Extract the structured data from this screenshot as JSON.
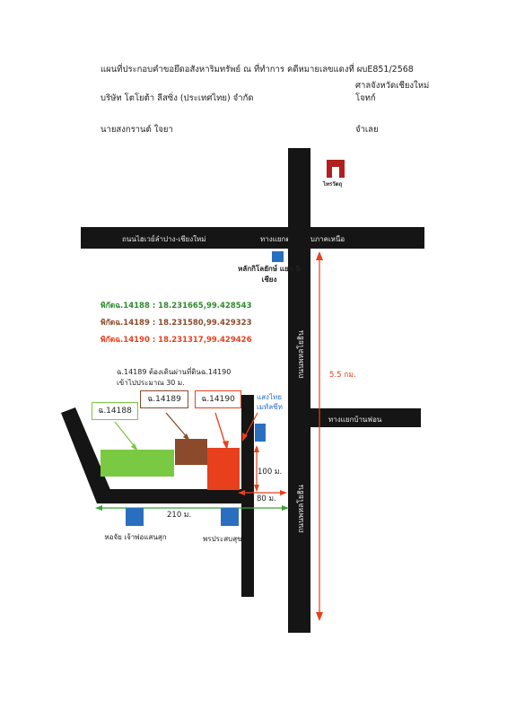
{
  "header": {
    "title": "แผนที่ประกอบคำขอยึดอสังหาริมทรัพย์ ณ ที่ทำการ คดีหมายเลขแดงที่ ผบE851/2568",
    "court": "ศาลจังหวัดเชียงใหม่",
    "plaintiff_name": "บริษัท โตโยต้า ลีสซิ่ง (ประเทศไทย) จำกัด",
    "plaintiff_role": "โจทก์",
    "defendant_name": "นายสงกรานต์ ใจยา",
    "defendant_role": "จำเลย"
  },
  "logo": {
    "text": "ไทรวัตถุ"
  },
  "roads": {
    "horizontal_label_left": "ถนนไฮเวย์ลำปาง-เชียงใหม่",
    "horizontal_label_right": "ทางแยกต่างระดับภาคเหนือ",
    "vertical_main_label_top": "ถนนพหลโยธิน",
    "vertical_main_label_bottom": "ถนนพหลโยธิน",
    "junction_label": "ทางแยกบ้านฟอน"
  },
  "landmarks": {
    "km_marker": "หลักกิโลยักษ์ แยก 5 เชียง",
    "sangthai": "แสงไทย เมทัลชีท",
    "shrine": "หอจัย เจ้าพ่อแสนสุก",
    "store": "พรประสบสุข"
  },
  "coordinates": [
    {
      "text": "พิกัดฉ.14188 : 18.231665,99.428543",
      "color": "#2e8b2e"
    },
    {
      "text": "พิกัดฉ.14189 : 18.231580,99.429323",
      "color": "#8b4a2b"
    },
    {
      "text": "พิกัดฉ.14190 : 18.231317,99.429426",
      "color": "#e8401c"
    }
  ],
  "note": {
    "line1": "ฉ.14189 ต้องเดินผ่านที่ดินฉ.14190",
    "line2": "เข้าไปประมาณ 30 ม."
  },
  "parcels": {
    "p14188": {
      "label": "ฉ.14188",
      "color": "#7ac943"
    },
    "p14189": {
      "label": "ฉ.14189",
      "color": "#8b4a2b"
    },
    "p14190": {
      "label": "ฉ.14190",
      "color": "#e8401c"
    }
  },
  "distances": {
    "d_5_5km": "5.5 กม.",
    "d_100m": "100 ม.",
    "d_80m": "80 ม.",
    "d_210m": "210 ม."
  },
  "colors": {
    "road": "#151515",
    "marker_blue": "#2a6fbf",
    "dim_red": "#e8401c",
    "dim_green": "#3aa53a"
  }
}
